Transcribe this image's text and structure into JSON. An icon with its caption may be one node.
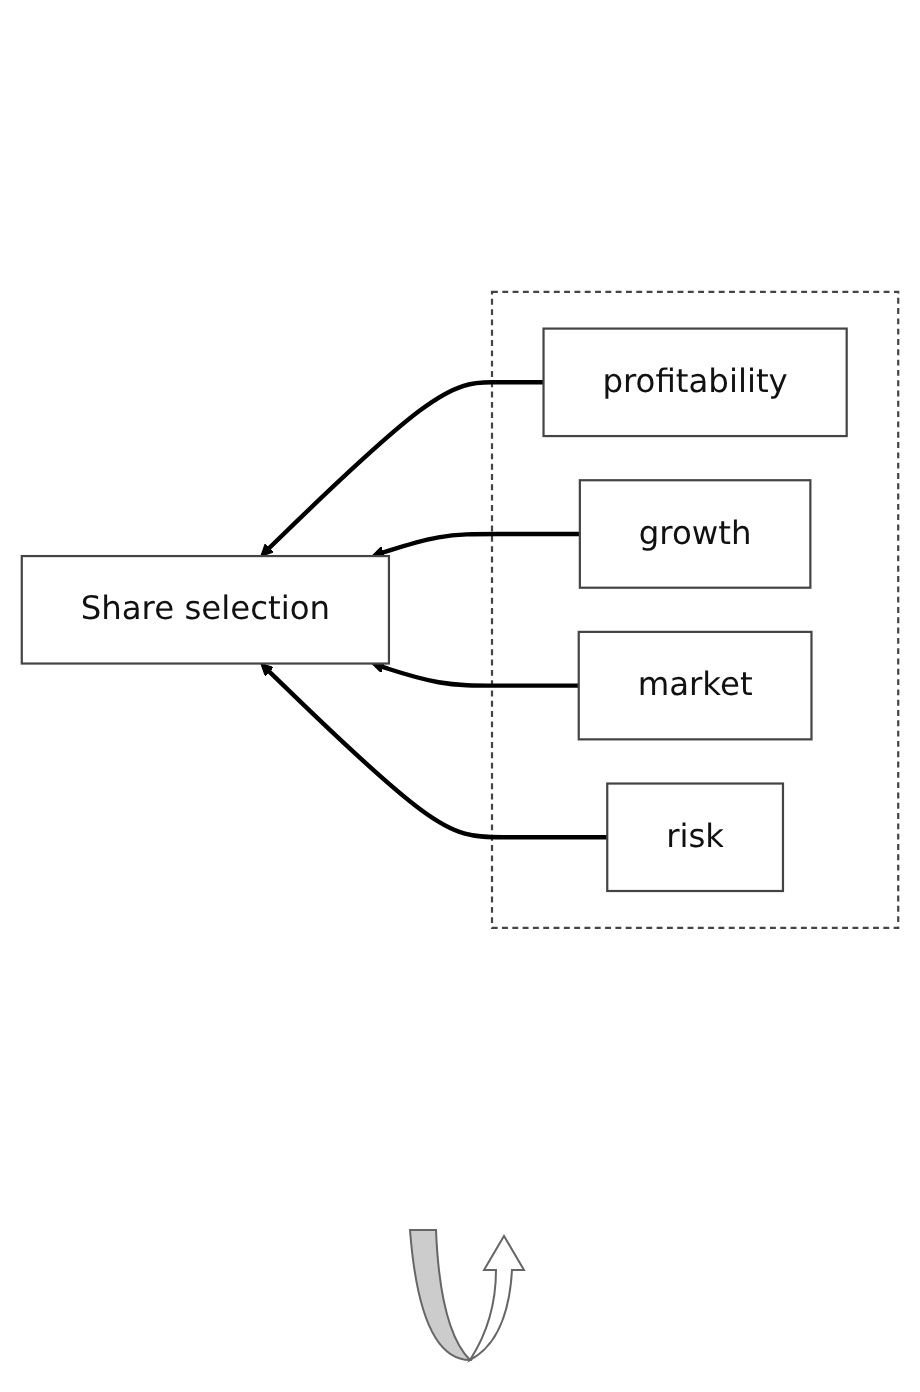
{
  "diagram": {
    "nodes": [
      {
        "text": [
          "Share selection"
        ]
      },
      {
        "text": [],
        "shape": "box"
      },
      {
        "text": [
          "profitability"
        ],
        "in": 1
      },
      {
        "text": [
          "growth"
        ],
        "in": 1
      },
      {
        "text": [
          "market"
        ],
        "in": 1
      },
      {
        "text": [
          "risk"
        ],
        "in": 1
      }
    ],
    "edges": [
      {
        "from": 2,
        "to": 0,
        "arrow": "to"
      },
      {
        "from": 3,
        "to": 0,
        "arrow": "to"
      },
      {
        "from": 4,
        "to": 0,
        "arrow": "to"
      },
      {
        "from": 5,
        "to": 0,
        "arrow": "to"
      }
    ]
  }
}
